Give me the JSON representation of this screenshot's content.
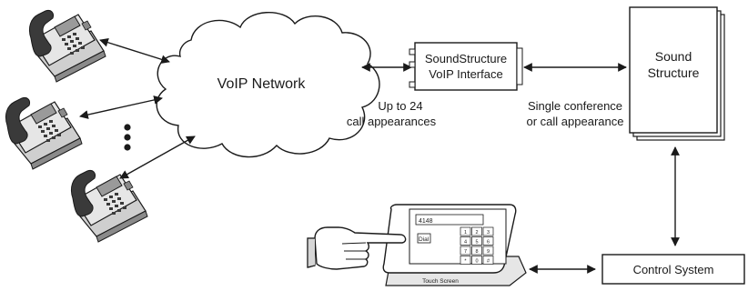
{
  "cloud": {
    "label": "VoIP Network"
  },
  "interface_box": {
    "line1": "SoundStructure",
    "line2": "VoIP Interface"
  },
  "sound_structure": {
    "line1": "Sound",
    "line2": "Structure"
  },
  "control_system": {
    "label": "Control System"
  },
  "touch_screen": {
    "label": "Touch Screen",
    "display_value": "4148",
    "dial_label": "Dial",
    "keys": [
      "1",
      "2",
      "3",
      "4",
      "5",
      "6",
      "7",
      "8",
      "9",
      "*",
      "0",
      "#"
    ]
  },
  "annotations": {
    "call_appearances_line1": "Up to 24",
    "call_appearances_line2": "call appearances",
    "single_conf_line1": "Single conference",
    "single_conf_line2": "or call appearance"
  },
  "colors": {
    "stroke": "#1a1a1a",
    "fill": "#ffffff",
    "phone_dark": "#3a3a3a",
    "phone_mid": "#8a8a8a",
    "phone_light": "#cfcfcf"
  }
}
